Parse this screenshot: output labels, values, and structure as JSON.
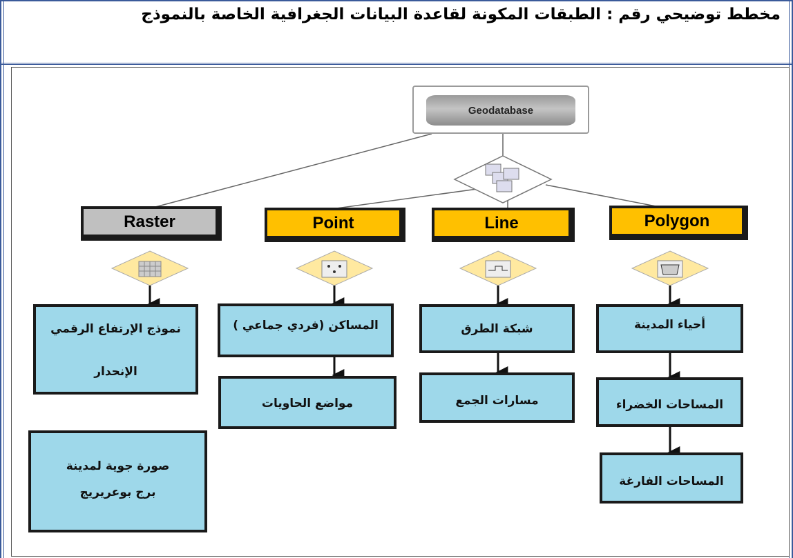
{
  "title": "مخطط توضيحي رقم : الطبقات المكونة لقاعدة البيانات الجغرافية الخاصة بالنموذج",
  "geodatabase": {
    "label": "Geodatabase"
  },
  "types": {
    "raster": "Raster",
    "point": "Point",
    "line": "Line",
    "polygon": "Polygon"
  },
  "raster_outputs": {
    "dem_line1": "نموذج الإرتفاع الرقمي",
    "dem_line2": "الإنحدار",
    "aerial_line1": "صورة جوية لمدينة",
    "aerial_line2": "برج بوعريريج"
  },
  "point_outputs": {
    "housing": "المساكن (فردي جماعي )",
    "containers": "مواضع الحاويات"
  },
  "line_outputs": {
    "roads": "شبكة الطرق",
    "collection": "مسارات الجمع"
  },
  "polygon_outputs": {
    "neighborhoods": "أحياء المدينة",
    "green": "المساحات الخضراء",
    "vacant": "المساحات الفارغة"
  },
  "colors": {
    "type_box": "#ffc000",
    "raster_box": "#c0c0c0",
    "output_box": "#9ed8ea",
    "frame": "#3a5a9a"
  }
}
